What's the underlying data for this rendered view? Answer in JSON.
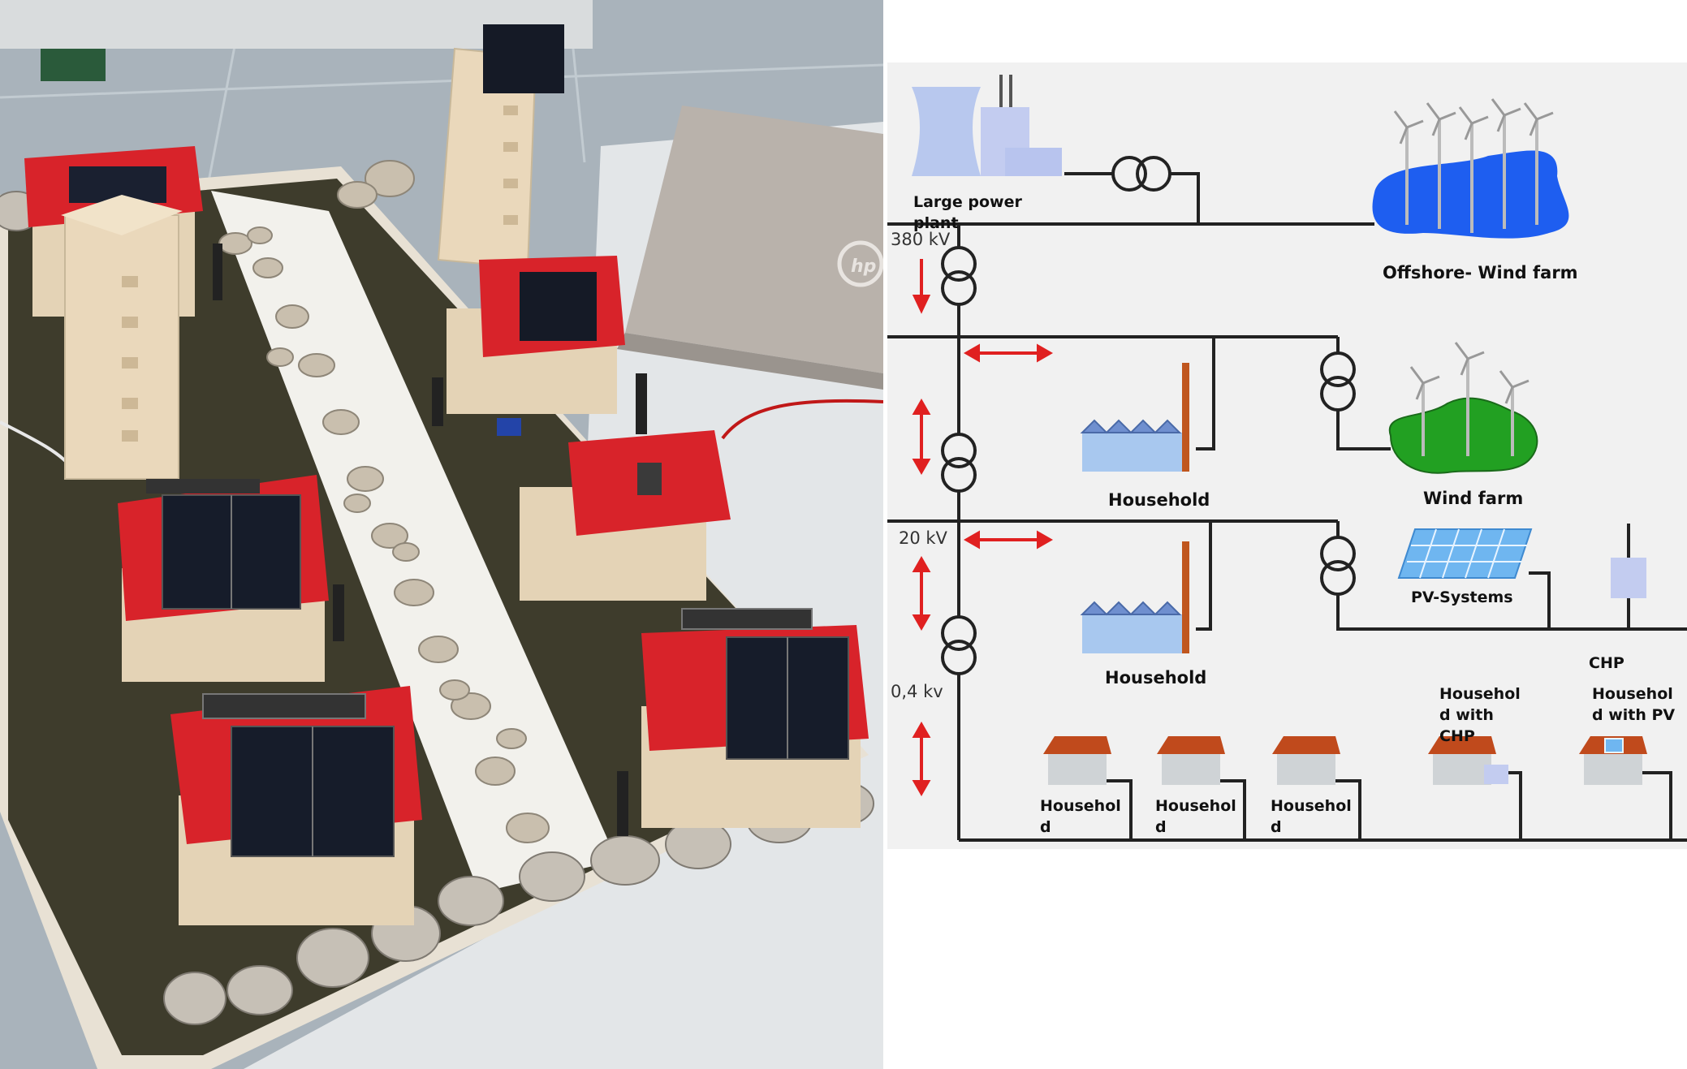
{
  "photo": {
    "logo_icon": "hp-logo"
  },
  "diagram": {
    "colors": {
      "background": "#f1f1f1",
      "line": "#222222",
      "arrow": "#e02020",
      "offshore_water": "#1e5ef0",
      "wind_land": "#22a022",
      "pv_panel": "#6fb6f0",
      "roof": "#c04a1c"
    },
    "labels": {
      "large_power_plant_line1": "Large power",
      "large_power_plant_line2": "plant",
      "offshore_wind_farm": "Offshore- Wind farm",
      "wind_farm": "Wind farm",
      "household_industry_1": "Household",
      "household_industry_2": "Household",
      "pv_systems": "PV-Systems",
      "chp": "CHP",
      "household_chp_line1": "Househol",
      "household_chp_line2": "d with",
      "household_chp_line3": "CHP",
      "household_pv_line1": "Househol",
      "household_pv_line2": "d with PV",
      "house1_line1": "Househol",
      "house1_line2": "d",
      "house2_line1": "Househol",
      "house2_line2": "d",
      "house3_line1": "Househol",
      "house3_line2": "d"
    },
    "voltages": {
      "v380": "380 kV",
      "v20": "20 kV",
      "v04": "0,4 kv"
    }
  }
}
